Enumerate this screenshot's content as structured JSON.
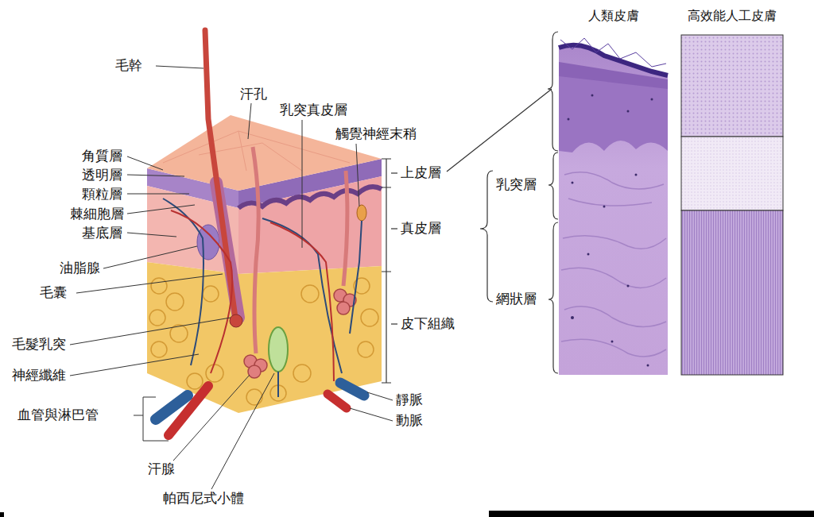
{
  "diagram": {
    "nodes": [
      {
        "text": [
          "人類皮膚"
        ]
      },
      {
        "text": [
          "高效能人工皮膚"
        ]
      }
    ],
    "labels": [
      "毛幹",
      "汗孔",
      "乳突真皮層",
      "觸覺神經末稍",
      "角質層",
      "透明層",
      "顆粒層",
      "棘細胞層",
      "基底層",
      "油脂腺",
      "毛囊",
      "毛髮乳突",
      "神經纖維",
      "血管與淋巴管",
      "汗腺",
      "帕西尼式小體",
      "靜脈",
      "動脈",
      "上皮層",
      "真皮層",
      "皮下組織",
      "乳突層",
      "網狀層"
    ]
  }
}
